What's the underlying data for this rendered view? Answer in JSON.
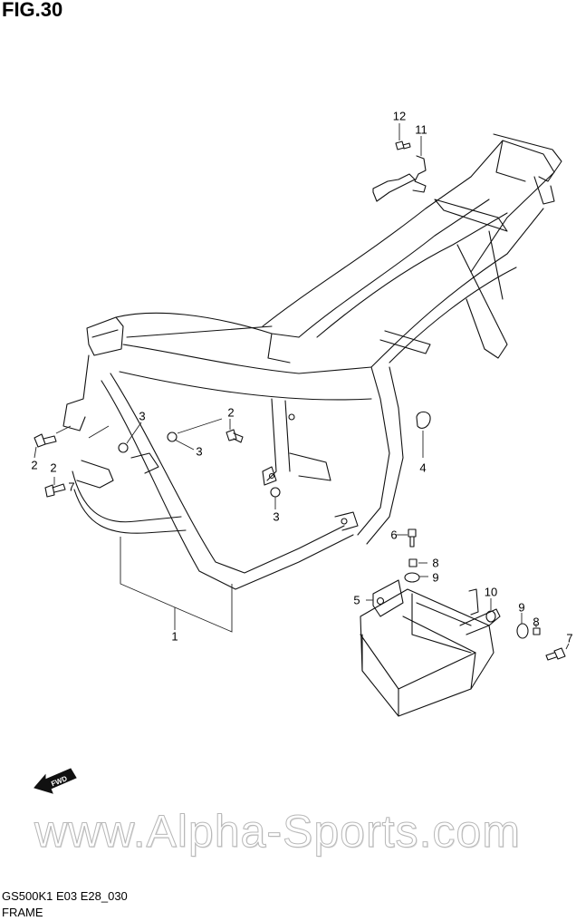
{
  "figure": {
    "title": "FIG.30",
    "model_code": "GS500K1 E03 E28_030",
    "section_name": "FRAME",
    "watermark": "www.Alpha-Sports.com",
    "direction_badge": {
      "icon": "fwd-arrow-icon",
      "label": "FWD"
    }
  },
  "callouts": [
    {
      "id": "c12",
      "part": "12",
      "label": "12"
    },
    {
      "id": "c11",
      "part": "11",
      "label": "11"
    },
    {
      "id": "c3a",
      "part": "3",
      "label": "3"
    },
    {
      "id": "c2a",
      "part": "2",
      "label": "2"
    },
    {
      "id": "c3b",
      "part": "3",
      "label": "3"
    },
    {
      "id": "c2b",
      "part": "2",
      "label": "2"
    },
    {
      "id": "c2c",
      "part": "2",
      "label": "2"
    },
    {
      "id": "c3c",
      "part": "3",
      "label": "3"
    },
    {
      "id": "c4",
      "part": "4",
      "label": "4"
    },
    {
      "id": "c1",
      "part": "1",
      "label": "1"
    },
    {
      "id": "c6",
      "part": "6",
      "label": "6"
    },
    {
      "id": "c8a",
      "part": "8",
      "label": "8"
    },
    {
      "id": "c9a",
      "part": "9",
      "label": "9"
    },
    {
      "id": "c5",
      "part": "5",
      "label": "5"
    },
    {
      "id": "c10",
      "part": "10",
      "label": "10"
    },
    {
      "id": "c9b",
      "part": "9",
      "label": "9"
    },
    {
      "id": "c8b",
      "part": "8",
      "label": "8"
    },
    {
      "id": "c7a",
      "part": "7",
      "label": "7"
    },
    {
      "id": "c7b",
      "part": "7",
      "label": "7"
    }
  ]
}
